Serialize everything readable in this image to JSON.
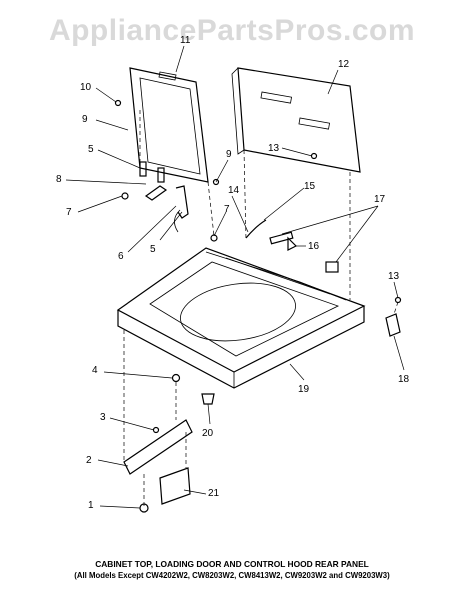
{
  "watermark": "AppliancePartsPros.com",
  "callouts": {
    "c1": "1",
    "c2": "2",
    "c3": "3",
    "c4": "4",
    "c5a": "5",
    "c5b": "5",
    "c6": "6",
    "c7a": "7",
    "c7b": "7",
    "c8": "8",
    "c9a": "9",
    "c9b": "9",
    "c10": "10",
    "c11": "11",
    "c12": "12",
    "c13a": "13",
    "c13b": "13",
    "c14": "14",
    "c15": "15",
    "c16": "16",
    "c17": "17",
    "c18": "18",
    "c19": "19",
    "c20": "20",
    "c21": "21"
  },
  "caption": {
    "line1": "CABINET TOP, LOADING DOOR AND CONTROL HOOD REAR PANEL",
    "line2": "(All Models Except CW4202W2, CW8203W2, CW8413W2, CW9203W2 and CW9203W3)"
  }
}
